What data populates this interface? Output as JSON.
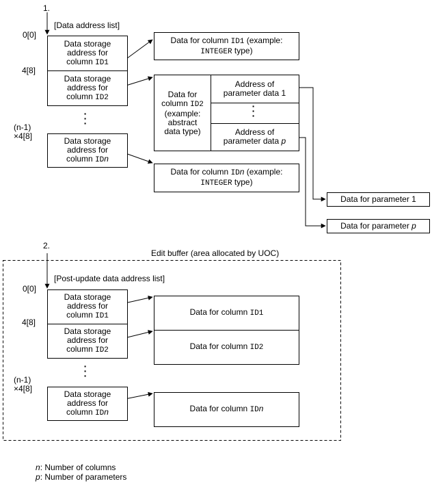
{
  "section1": {
    "number": "1.",
    "list_title": "[Data address list]",
    "offset_0": "0[0]",
    "offset_1": "4[8]",
    "offset_n_a": "(n-1)",
    "offset_n_b": "×4[8]",
    "cell_line1": "Data storage",
    "cell_line2": "address for",
    "cell_line3_prefix": "column ",
    "id1": "ID1",
    "id2": "ID2",
    "idn_prefix": "ID",
    "idn_var": "n",
    "data_col_prefix": "Data for column ",
    "example_open": " (example:",
    "integer": "INTEGER",
    "type_close": " type)",
    "abstract_lines": [
      "Data for",
      "column ",
      "(example:",
      "abstract",
      "data type)"
    ],
    "param1_a": "Address of",
    "param1_b": "parameter data 1",
    "paramp_a": "Address of",
    "paramp_b": "parameter data ",
    "paramp_var": "p",
    "data_param1": "Data for parameter 1",
    "data_paramp_prefix": "Data for parameter ",
    "data_paramp_var": "p"
  },
  "section2": {
    "number": "2.",
    "buffer_title": "Edit buffer (area allocated by UOC)",
    "list_title": "[Post-update data address list]",
    "offset_0": "0[0]",
    "offset_1": "4[8]",
    "offset_n_a": "(n-1)",
    "offset_n_b": "×4[8]",
    "data_col_prefix": "Data for column "
  },
  "legend": {
    "n_var": "n",
    "n_text": ": Number of columns",
    "p_var": "p",
    "p_text": ": Number of parameters"
  }
}
